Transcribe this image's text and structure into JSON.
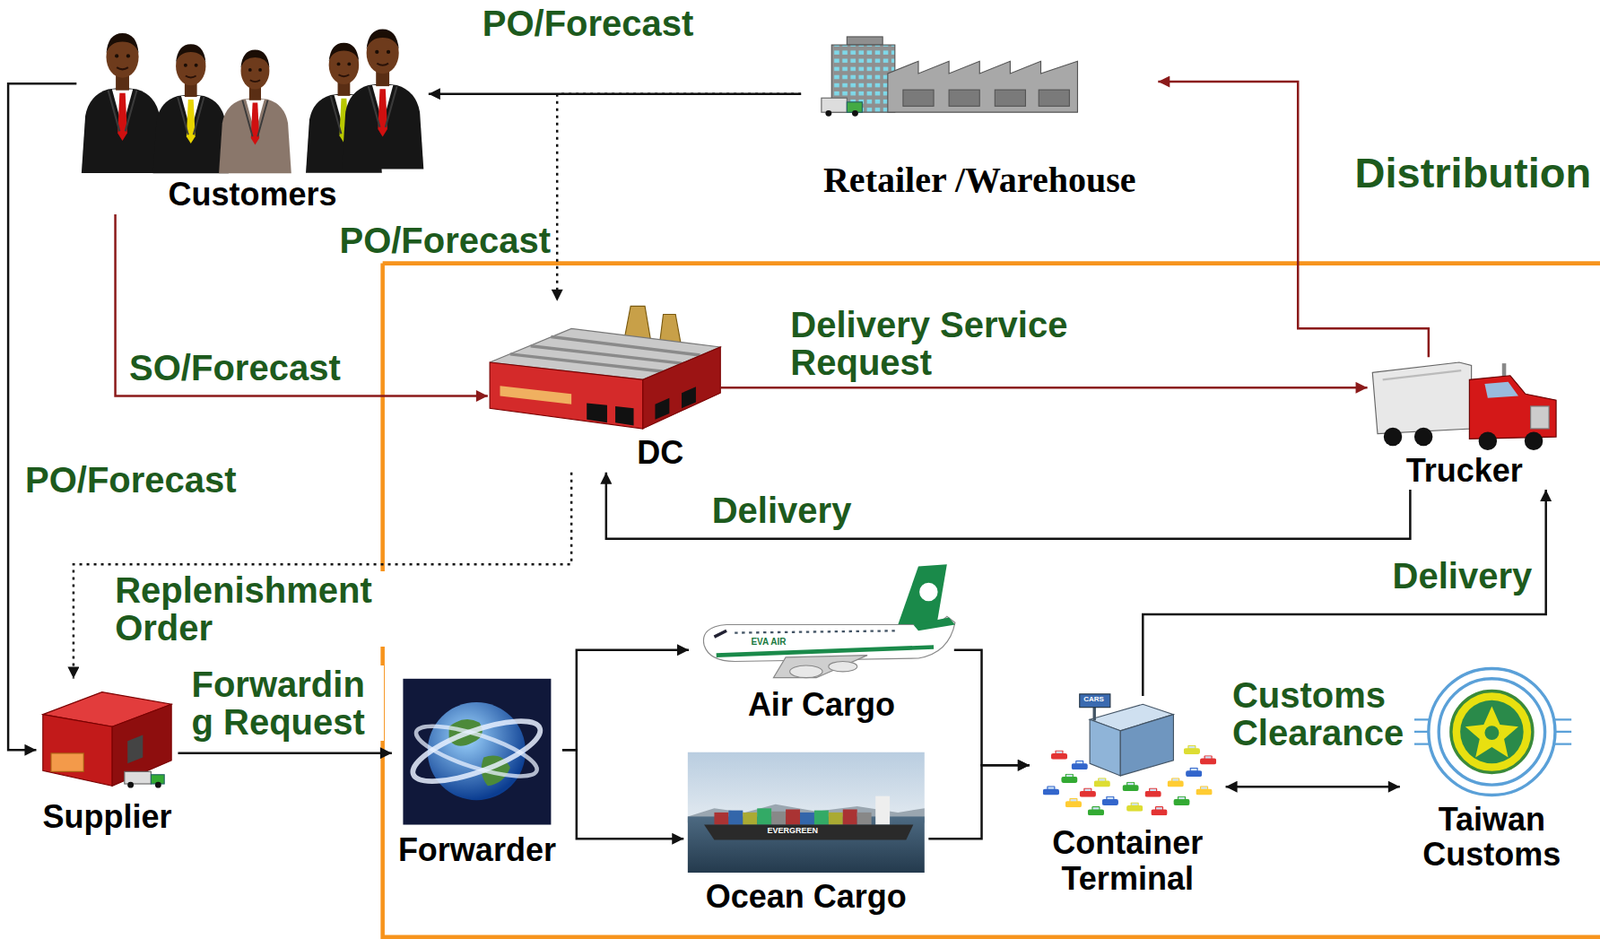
{
  "diagram": {
    "nodes": [
      {
        "text": [
          "Customers"
        ]
      },
      {
        "text": [
          "Retailer /Warehouse"
        ]
      },
      {
        "text": [
          "DC"
        ]
      },
      {
        "text": [
          "Trucker"
        ]
      },
      {
        "text": [
          "Supplier"
        ]
      },
      {
        "text": [
          "Forwarder"
        ]
      },
      {
        "text": [
          "Air Cargo"
        ]
      },
      {
        "text": [
          "Ocean Cargo"
        ]
      },
      {
        "text": [
          "Container Terminal"
        ]
      },
      {
        "text": [
          "Taiwan Customs"
        ]
      }
    ],
    "edges": [
      {
        "from": 1,
        "to": 0,
        "label": "PO/Forecast",
        "arrow": "to"
      },
      {
        "from": 1,
        "to": 2,
        "label": "PO/Forecast",
        "arrow": "to"
      },
      {
        "from": 0,
        "to": 2,
        "label": "SO/Forecast",
        "arrow": "to"
      },
      {
        "from": 0,
        "to": 4,
        "label": "PO/Forecast",
        "arrow": "to"
      },
      {
        "from": 2,
        "to": 4,
        "label": "Replenishment Order",
        "arrow": "to"
      },
      {
        "from": 2,
        "to": 3,
        "label": "Delivery Service Request",
        "arrow": "to"
      },
      {
        "from": 3,
        "to": 2,
        "label": "Delivery",
        "arrow": "to"
      },
      {
        "from": 3,
        "to": 1,
        "label": "Distribution",
        "arrow": "to"
      },
      {
        "from": 4,
        "to": 5,
        "label": "Forwardin g Request",
        "arrow": "to"
      },
      {
        "from": 5,
        "to": 6,
        "arrow": "to"
      },
      {
        "from": 5,
        "to": 7,
        "arrow": "to"
      },
      {
        "from": 6,
        "to": 8,
        "arrow": "to"
      },
      {
        "from": 7,
        "to": 8,
        "arrow": "to"
      },
      {
        "from": 8,
        "to": 9,
        "label": "Customs Clearance",
        "arrow": "both"
      },
      {
        "from": 8,
        "to": 3,
        "label": "Delivery",
        "arrow": "to"
      }
    ],
    "labels": [
      "EVA AIR",
      "EVERGREEN",
      "CARS"
    ]
  }
}
